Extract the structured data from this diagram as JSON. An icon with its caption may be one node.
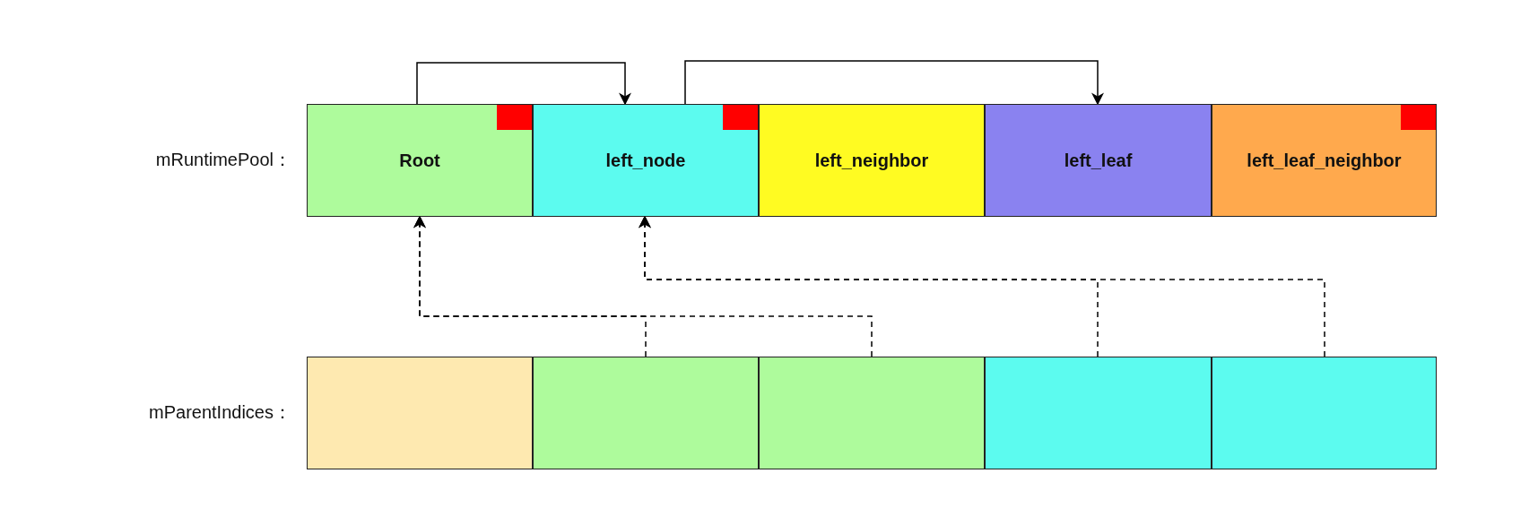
{
  "diagram": {
    "nodes": [
      {
        "text": [
          "Root"
        ]
      },
      {
        "text": [
          "left_node"
        ]
      },
      {
        "text": [
          "left_neighbor"
        ]
      },
      {
        "text": [
          "left_leaf"
        ]
      },
      {
        "text": [
          "left_leaf_neighbor"
        ]
      },
      {
        "text": [],
        "shape": "box"
      },
      {
        "text": [],
        "shape": "box"
      },
      {
        "text": [],
        "shape": "box"
      },
      {
        "text": [],
        "shape": "box"
      },
      {
        "text": [],
        "shape": "box"
      }
    ],
    "edges": [
      {
        "from": 0,
        "to": 1,
        "arrow": "to"
      },
      {
        "from": 1,
        "to": 3,
        "arrow": "to"
      },
      {
        "from": 6,
        "to": 0,
        "arrow": "to",
        "style": "dashed"
      },
      {
        "from": 7,
        "to": 0,
        "arrow": "to",
        "style": "dashed"
      },
      {
        "from": 8,
        "to": 1,
        "arrow": "to",
        "style": "dashed"
      },
      {
        "from": 9,
        "to": 1,
        "arrow": "to",
        "style": "dashed"
      }
    ],
    "labels": [
      "mRuntimePool：",
      "mParentIndices："
    ]
  }
}
